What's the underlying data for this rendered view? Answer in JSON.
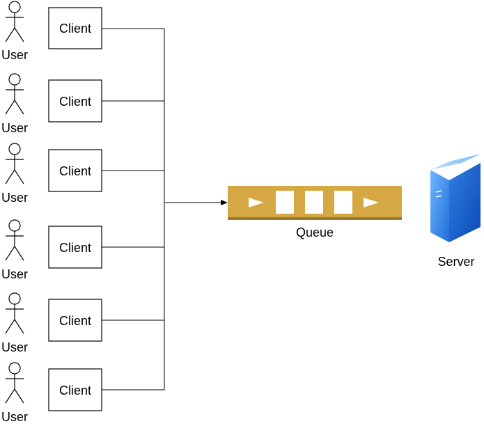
{
  "diagram": {
    "rows": [
      {
        "user_label": "User",
        "client_label": "Client"
      },
      {
        "user_label": "User",
        "client_label": "Client"
      },
      {
        "user_label": "User",
        "client_label": "Client"
      },
      {
        "user_label": "User",
        "client_label": "Client"
      },
      {
        "user_label": "User",
        "client_label": "Client"
      },
      {
        "user_label": "User",
        "client_label": "Client"
      }
    ],
    "queue": {
      "label": "Queue",
      "icon": "queue-icon",
      "color": "#d6a843",
      "edge_color": "#9a7b34"
    },
    "server": {
      "label": "Server",
      "icon": "server-icon",
      "color": "#3b8ee8"
    }
  }
}
